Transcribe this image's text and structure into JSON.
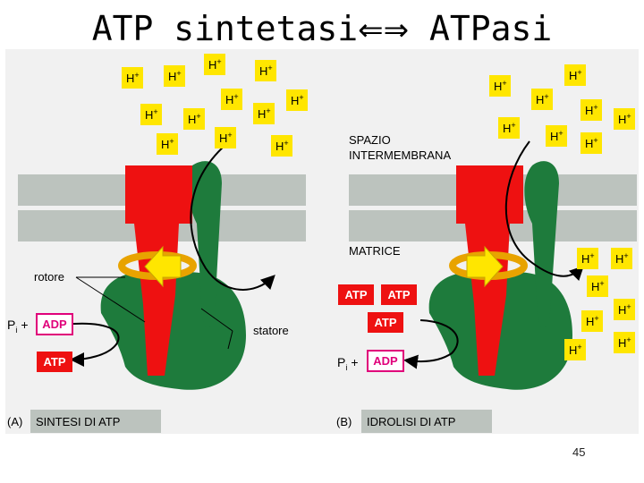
{
  "title": {
    "left": "ATP sintetasi",
    "right": "ATPasi"
  },
  "colors": {
    "proton_box": "#ffe600",
    "membrane": "#bcc3be",
    "rotor": "#ee1111",
    "stator": "#1e7b3c",
    "arrow_yellow": "#ffe600",
    "label_bar": "#bcc3be"
  },
  "proton_label": "H+",
  "panel_a": {
    "letter": "(A)",
    "caption": "SINTESI DI ATP",
    "rotor_label": "rotore",
    "stator_label": "statore",
    "pi": "P",
    "pi_sub": "i",
    "plus": "+",
    "adp": "ADP",
    "atp": "ATP"
  },
  "panel_b": {
    "letter": "(B)",
    "caption": "IDROLISI DI ATP",
    "space_line1": "SPAZIO",
    "space_line2": "INTERMEMBRANA",
    "matrix": "MATRICE",
    "atp": "ATP",
    "pi": "P",
    "pi_sub": "i",
    "plus": "+",
    "adp": "ADP"
  },
  "page_number": "45"
}
